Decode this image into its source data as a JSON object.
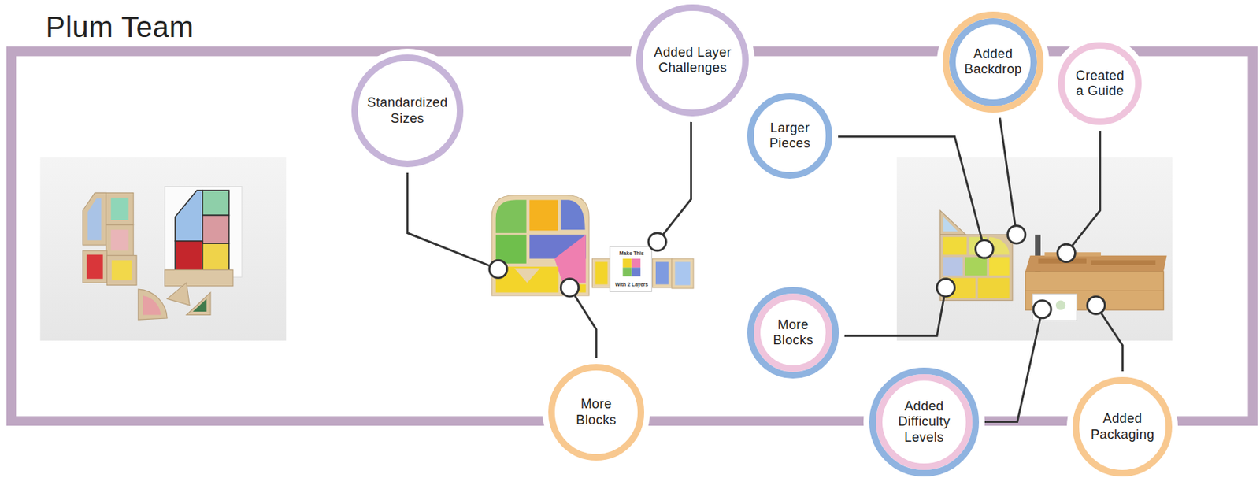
{
  "diagram": {
    "title": "Plum Team",
    "nodes": [
      {
        "text": [
          "Standardized Sizes"
        ]
      },
      {
        "text": [
          "Added Layer Challenges"
        ]
      },
      {
        "text": [
          "More Blocks"
        ]
      },
      {
        "text": [
          "Larger Pieces"
        ]
      },
      {
        "text": [
          "Added Backdrop"
        ]
      },
      {
        "text": [
          "Created a Guide"
        ]
      },
      {
        "text": [
          "More Blocks"
        ]
      },
      {
        "text": [
          "Added Difficulty Levels"
        ]
      },
      {
        "text": [
          "Added Packaging"
        ]
      }
    ],
    "labels": [
      "Make This",
      "With 2 Layers"
    ]
  }
}
